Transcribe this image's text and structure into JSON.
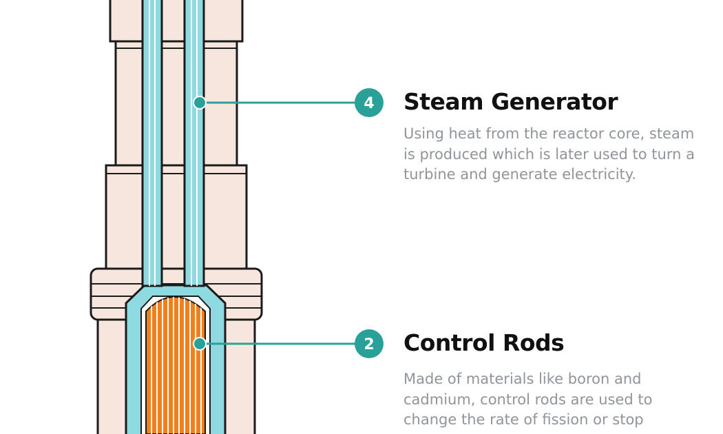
{
  "colors": {
    "accent": "#2aa198",
    "vessel": "#f7e6de",
    "coolant": "#8fd9e0",
    "rods": "#f07f1c",
    "outline": "#1a1a1a",
    "heading": "#111111",
    "body_text": "#8f959b"
  },
  "callouts": [
    {
      "number": "4",
      "title": "Steam Generator",
      "description_lines": [
        "Using heat from the reactor core, steam",
        "is produced which is later used to turn a",
        "turbine and generate electricity."
      ]
    },
    {
      "number": "2",
      "title": "Control Rods",
      "description_lines": [
        "Made of materials like boron and",
        "cadmium, control rods are used to",
        "change the rate of fission or stop"
      ]
    }
  ]
}
